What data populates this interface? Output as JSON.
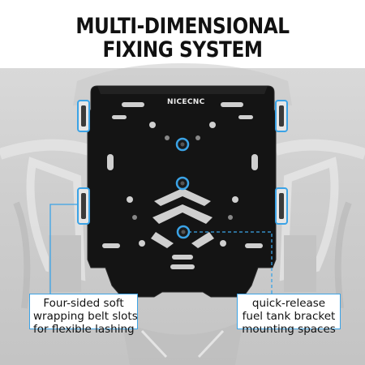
{
  "headline": {
    "line1": "MULTI-DIMENSIONAL",
    "line2": "FIXING SYSTEM"
  },
  "product": {
    "brand": "NICECNC"
  },
  "callouts": {
    "left": {
      "line1": "Four-sided soft",
      "line2": "wrapping belt slots",
      "line3": "for flexible lashing"
    },
    "right": {
      "line1": "quick-release",
      "line2": "fuel tank bracket",
      "line3": "mounting spaces"
    }
  },
  "colors": {
    "accent": "#3ba3e6",
    "plate": "#141414",
    "background": "#d3d3d3"
  }
}
